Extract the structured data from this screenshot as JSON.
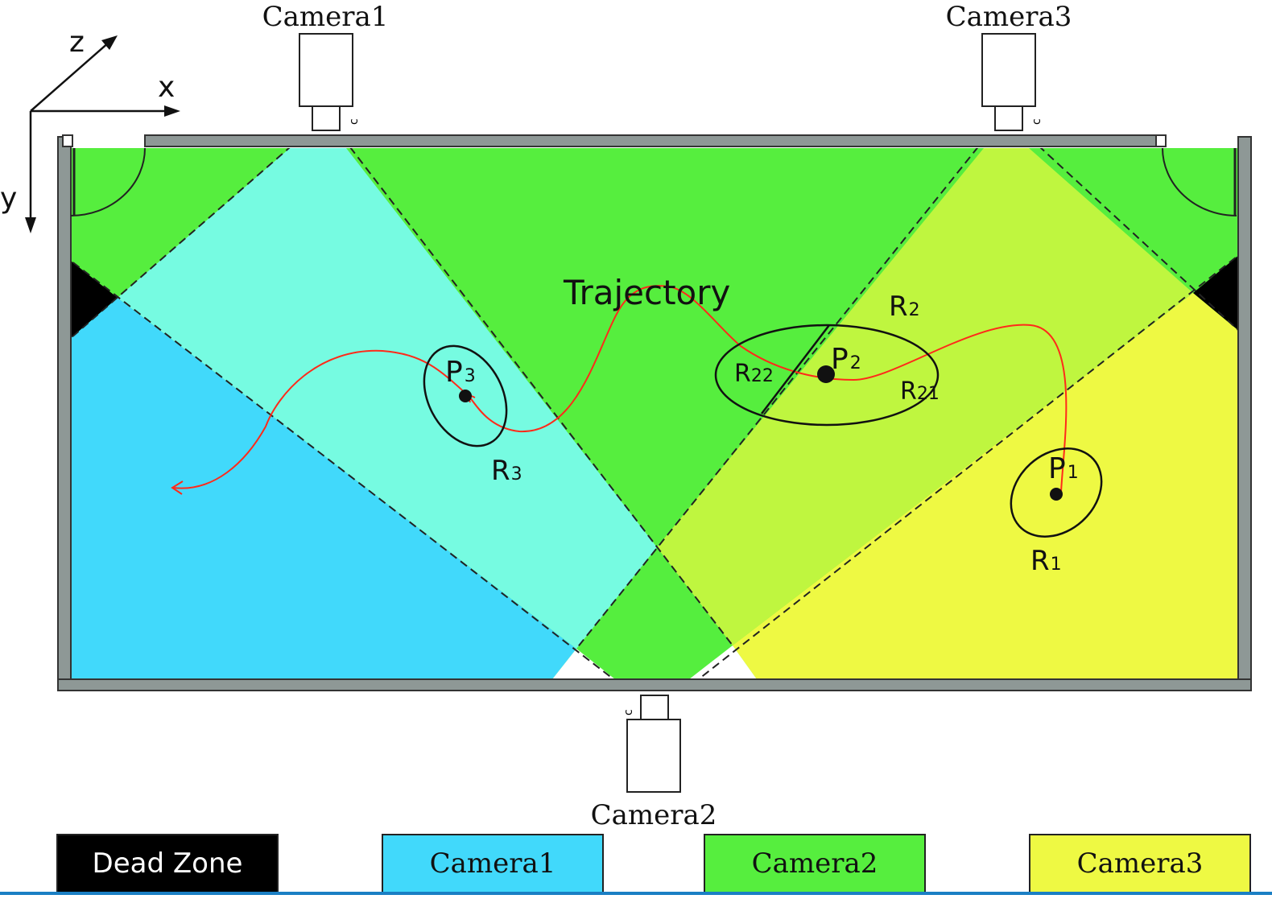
{
  "axes": {
    "x_label": "x",
    "y_label": "y",
    "z_label": "z"
  },
  "cameras": [
    {
      "label": "Camera1",
      "lens_mark": "c"
    },
    {
      "label": "Camera2",
      "lens_mark": "c"
    },
    {
      "label": "Camera3",
      "lens_mark": "c"
    }
  ],
  "zone_colors": {
    "dead_zone": "#000000",
    "camera1": "#41d9fb",
    "camera1_camera2": "#76fbe1",
    "camera2": "#56ee3e",
    "camera2_camera3": "#bff63f",
    "camera3": "#eef943",
    "blind": "#ffffff"
  },
  "annotations": {
    "trajectory": "Trajectory",
    "points": [
      {
        "name": "P",
        "sub": "1"
      },
      {
        "name": "P",
        "sub": "2"
      },
      {
        "name": "P",
        "sub": "3"
      }
    ],
    "regions": [
      {
        "name": "R",
        "sub": "1"
      },
      {
        "name": "R",
        "sub": "2"
      },
      {
        "name": "R",
        "sub": "3"
      },
      {
        "name": "R",
        "sub": "21"
      },
      {
        "name": "R",
        "sub": "22"
      }
    ],
    "trajectory_color": "#ff2a1a"
  },
  "legend": [
    {
      "label": "Dead Zone",
      "color": "#000000",
      "text_color": "#ffffff"
    },
    {
      "label": "Camera1",
      "color": "#41d9fb",
      "text_color": "#111111"
    },
    {
      "label": "Camera2",
      "color": "#56ee3e",
      "text_color": "#111111"
    },
    {
      "label": "Camera3",
      "color": "#eef943",
      "text_color": "#111111"
    }
  ]
}
